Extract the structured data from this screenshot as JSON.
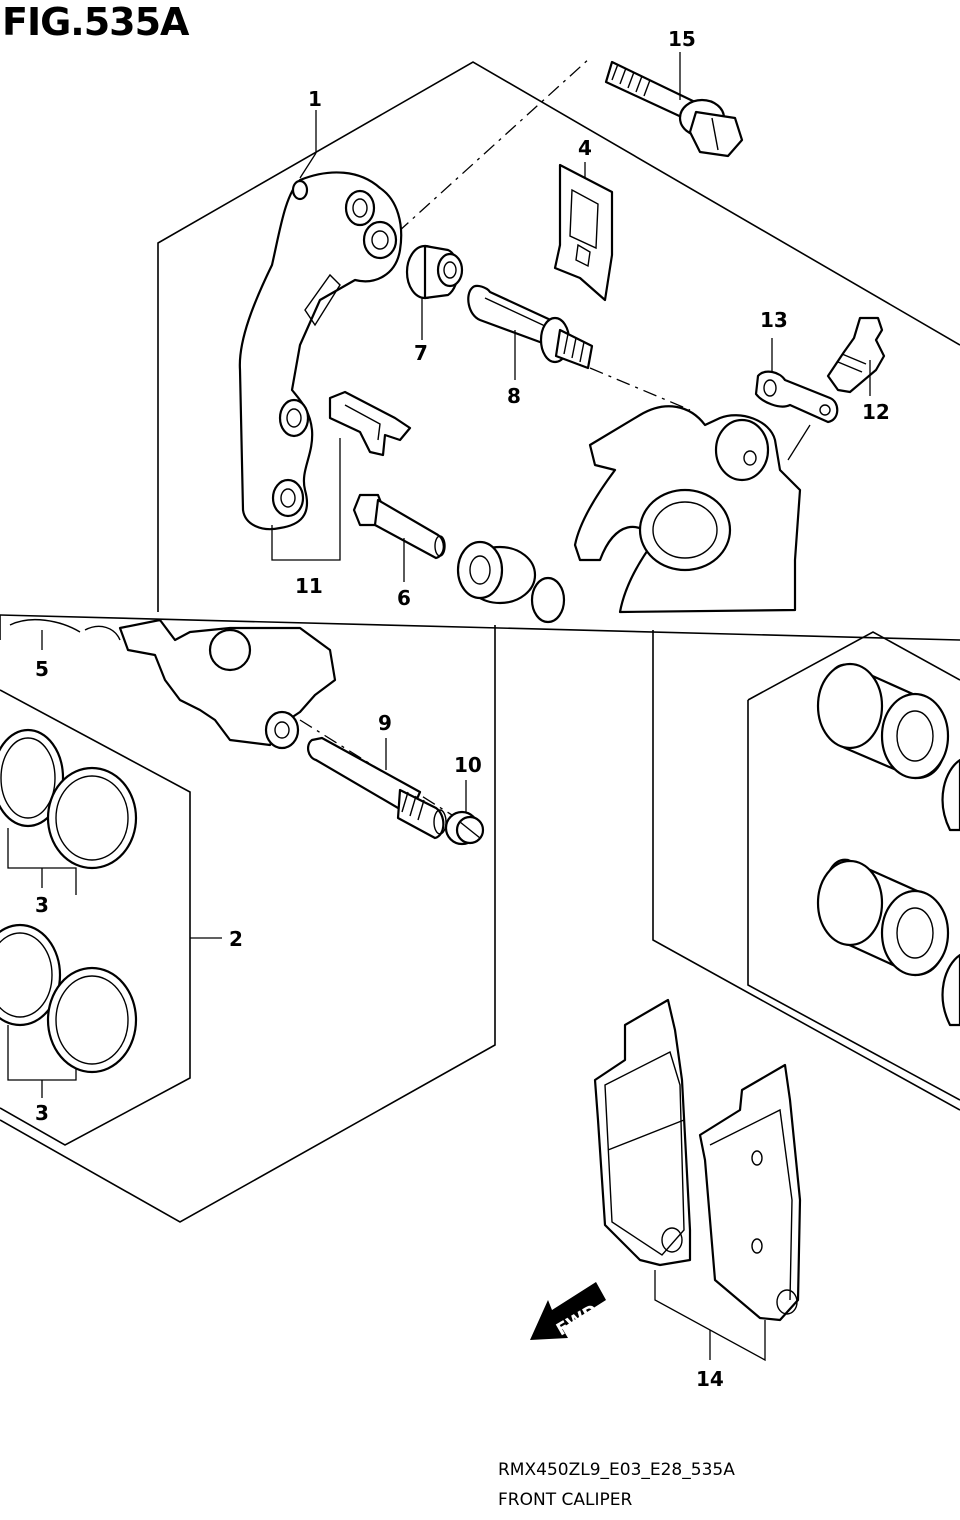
{
  "figure": {
    "title": "FIG.535A",
    "model_code": "RMX450ZL9_E03_E28_535A",
    "name": "FRONT CALIPER"
  },
  "callouts": [
    "1",
    "2",
    "3",
    "3",
    "4",
    "5",
    "6",
    "7",
    "8",
    "9",
    "10",
    "11",
    "12",
    "13",
    "14",
    "15"
  ],
  "fwd_label": "FWD"
}
